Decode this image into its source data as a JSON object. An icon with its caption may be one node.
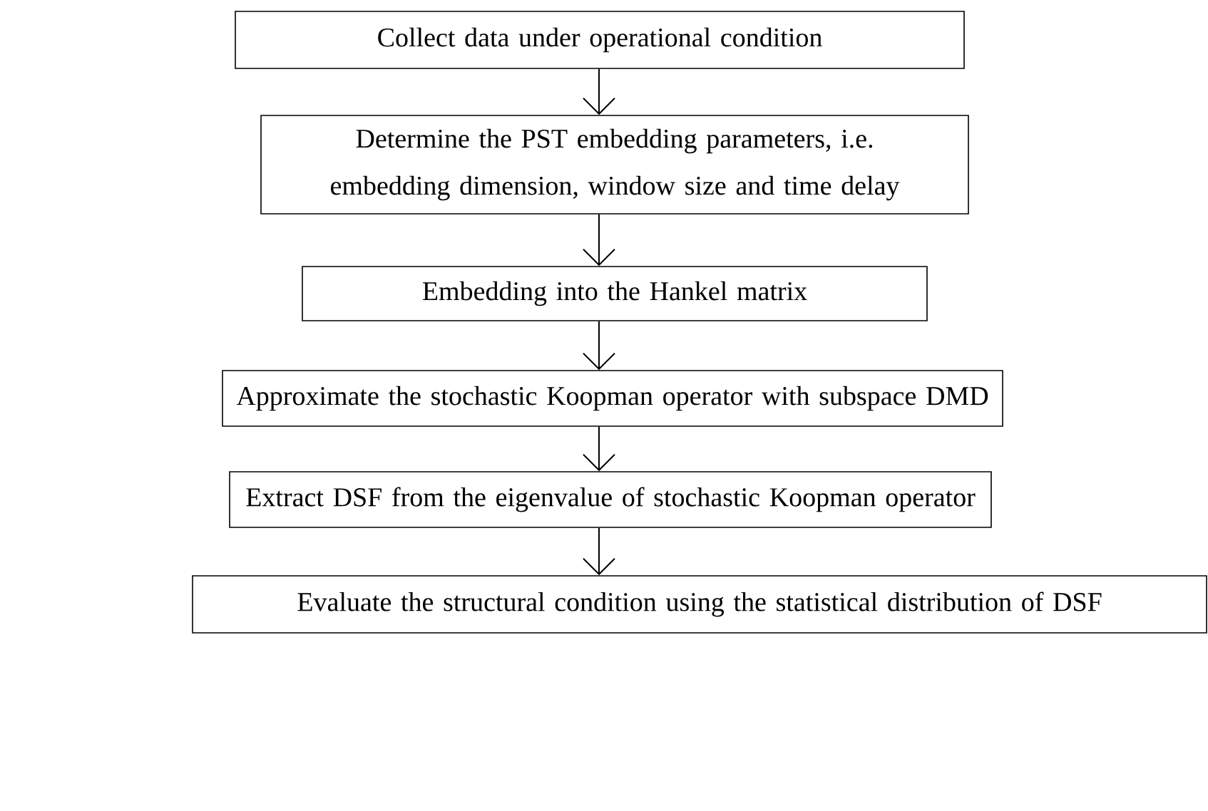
{
  "diagram": {
    "nodes": [
      {
        "text": [
          "Collect data under operational condition"
        ]
      },
      {
        "text": [
          "Determine the PST embedding parameters, i.e. embedding dimension, window size and time delay"
        ]
      },
      {
        "text": [
          "Embedding into the Hankel matrix"
        ]
      },
      {
        "text": [
          "Approximate the stochastic Koopman operator with subspace DMD"
        ]
      },
      {
        "text": [
          "Extract DSF from the eigenvalue of stochastic Koopman operator"
        ]
      },
      {
        "text": [
          "Evaluate the structural condition using the statistical distribution of DSF"
        ]
      }
    ],
    "edges": [
      {
        "from": 0,
        "to": 1,
        "arrow": "to"
      },
      {
        "from": 1,
        "to": 2,
        "arrow": "to"
      },
      {
        "from": 2,
        "to": 3,
        "arrow": "to"
      },
      {
        "from": 3,
        "to": 4,
        "arrow": "to"
      },
      {
        "from": 4,
        "to": 5,
        "arrow": "to"
      }
    ]
  }
}
